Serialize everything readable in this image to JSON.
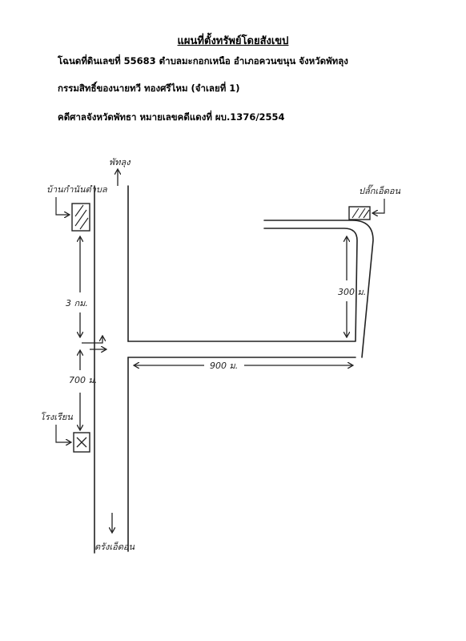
{
  "header": {
    "title": "แผนที่ตั้งทรัพย์โดยสังเขป",
    "line1": "โฉนดที่ดินเลขที่  55683  ตำบลมะกอกเหนือ  อำเภอควนขนุน  จังหวัดพัทลุง",
    "line2": "กรรมสิทธิ์ของนายทวี  ทองศรีไหม  (จำเลยที่ 1)",
    "line3": "คดีศาลจังหวัดพัทธา  หมายเลขคดีแดงที่ ผบ.1376/2554"
  },
  "map": {
    "direction_top": "พัทลุง",
    "direction_bottom": "ตรังเอ็ดอน",
    "landmark_top_left": "บ้านกำนันตำบล",
    "landmark_top_right": "ปลั๊กเอ็ดอน",
    "landmark_left_mid": "โรงเรียน",
    "distance_left_upper": "3 กม.",
    "distance_left_lower": "700 ม.",
    "distance_right": "300 ม.",
    "distance_horizontal": "900 ม."
  }
}
